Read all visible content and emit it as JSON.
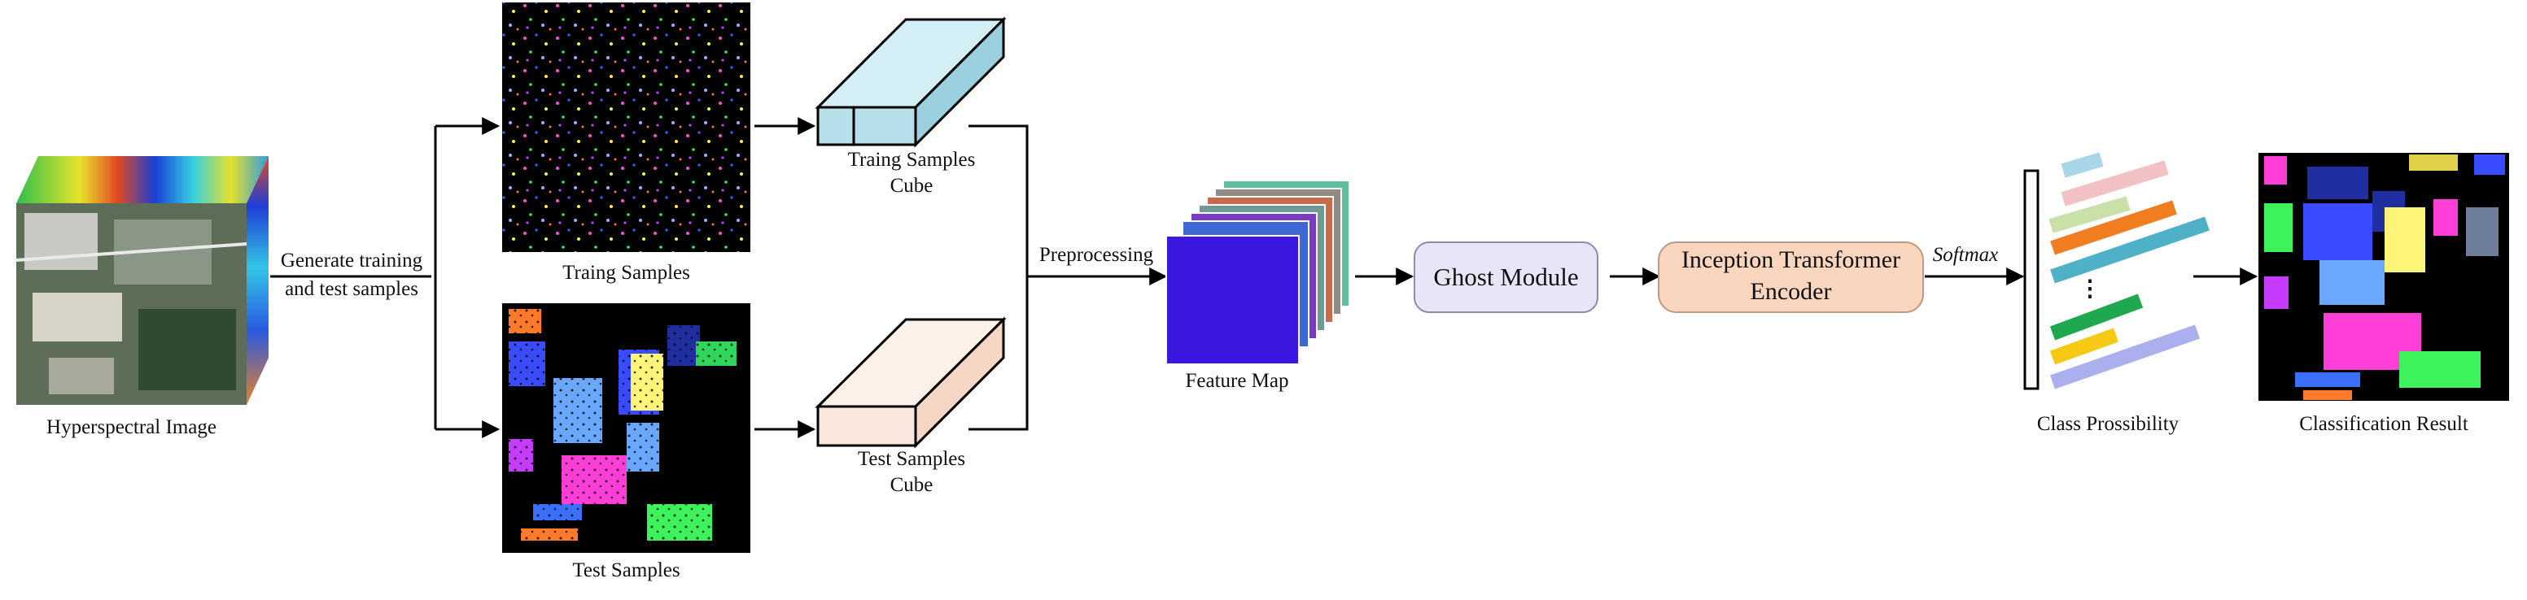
{
  "labels": {
    "hyperspectral_image": "Hyperspectral Image",
    "generate_line1": "Generate training",
    "generate_line2": "and test samples",
    "train_samples": "Traing Samples",
    "test_samples": "Test Samples",
    "train_cube_line1": "Traing Samples",
    "train_cube_line2": "Cube",
    "test_cube_line1": "Test Samples",
    "test_cube_line2": "Cube",
    "preprocessing": "Preprocessing",
    "feature_map": "Feature Map",
    "ghost_module": "Ghost Module",
    "inception_line1": "Inception Transformer",
    "inception_line2": "Encoder",
    "softmax": "Softmax",
    "class_prob": "Class Prossibility",
    "class_result": "Classification Result",
    "dots": "⋮"
  },
  "colors": {
    "train_cube": "#b7dfe9",
    "test_cube": "#fbe6dc",
    "ghost_fill": "#e6e6f8",
    "inception_fill": "#f9d6bd",
    "feature_front": "#3b17e0",
    "prob_bars": [
      "#a8d6e6",
      "#f1c1c3",
      "#c9e0a8",
      "#f07e20",
      "#4fb1c8",
      "#1fa850",
      "#f6c915",
      "#aab0ee"
    ]
  },
  "icons": {
    "map": "classification-map",
    "hsi": "hyperspectral-cube"
  }
}
